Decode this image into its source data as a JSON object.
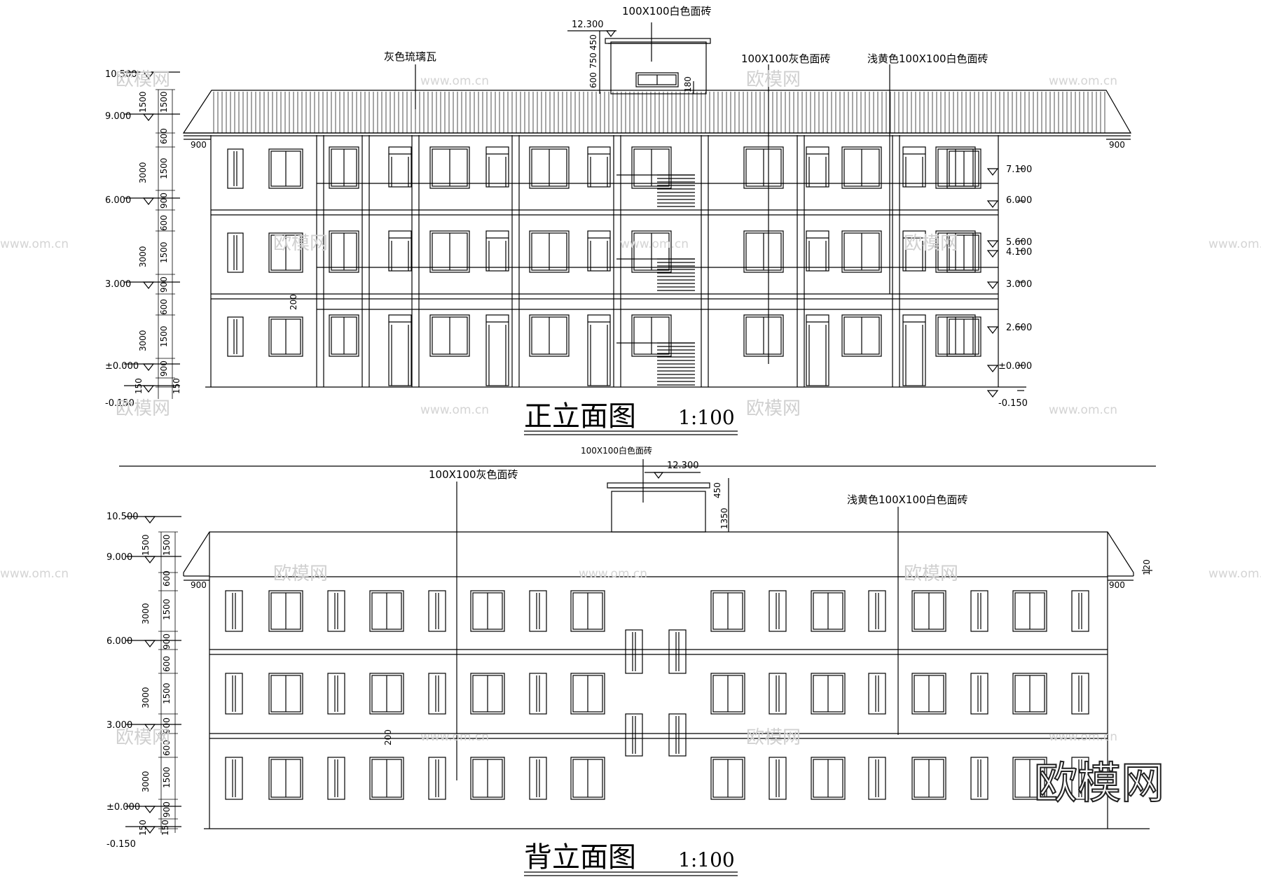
{
  "front": {
    "title": "正立面图",
    "scale": "1:100",
    "notes": {
      "glazed_tile": "灰色琉璃瓦",
      "roof_box_tile": "100X100白色面砖",
      "grey_tile": "100X100灰色面砖",
      "yellow_tile": "浅黄色100X100白色面砖"
    },
    "left_levels": [
      "10.500",
      "9.000",
      "6.000",
      "3.000",
      "±0.000",
      "-0.150"
    ],
    "right_levels": [
      "7.100",
      "6.000",
      "5.600",
      "4.100",
      "3.000",
      "2.600",
      "±0.000",
      "-0.150"
    ],
    "top_level": "12.300",
    "left_dims": [
      "1500",
      "1500",
      "600",
      "1500",
      "900",
      "600",
      "1500",
      "900",
      "600",
      "1500",
      "900",
      "150"
    ],
    "group_dims": [
      "3000",
      "3000",
      "3000",
      "150"
    ],
    "roofbox_dims": [
      "450",
      "750",
      "600",
      "180"
    ],
    "eave_dim": "900",
    "band_dim": "200"
  },
  "back": {
    "title": "背立面图",
    "scale": "1:100",
    "notes": {
      "roof_box_tile": "100X100白色面砖",
      "grey_tile": "100X100灰色面砖",
      "yellow_tile": "浅黄色100X100白色面砖"
    },
    "left_levels": [
      "10.500",
      "9.000",
      "6.000",
      "3.000",
      "±0.000",
      "-0.150"
    ],
    "top_level": "12.300",
    "left_dims": [
      "1500",
      "1500",
      "600",
      "1500",
      "900",
      "600",
      "1500",
      "900",
      "600",
      "1500",
      "900",
      "150"
    ],
    "group_dims": [
      "3000",
      "3000",
      "3000",
      "150"
    ],
    "roofbox_dims": [
      "450",
      "1350"
    ],
    "eave_dim": "900",
    "eave_side_dim": "120",
    "band_dim": "200"
  },
  "watermarks": {
    "site": "www.om.cn",
    "brand_cn": "欧模网"
  },
  "brand_logo": "欧模网"
}
